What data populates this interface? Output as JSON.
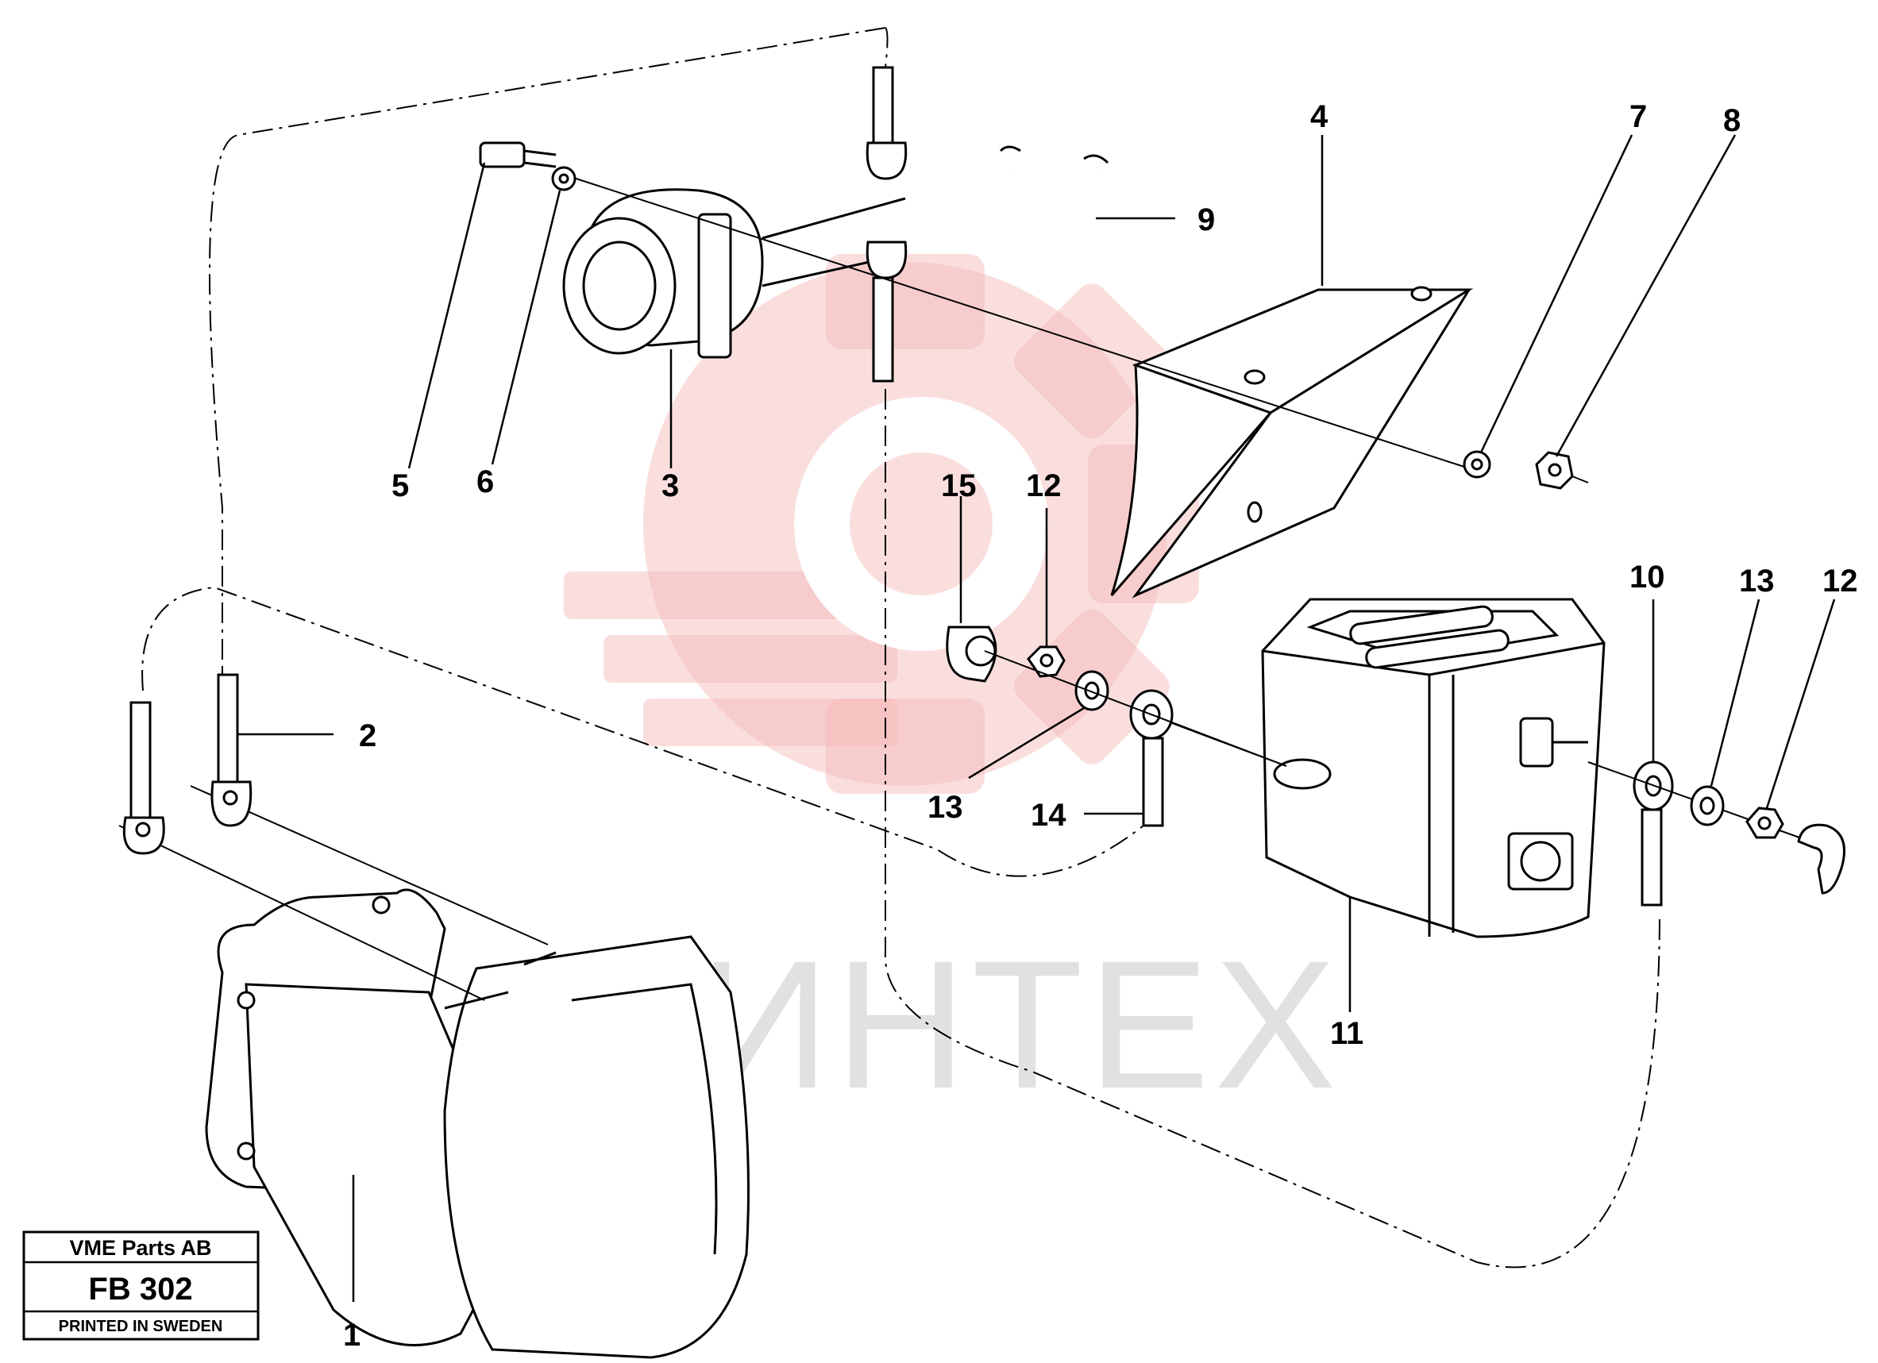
{
  "watermark": {
    "text": "ИНТЕХ",
    "color": "#f4b6b6"
  },
  "callouts": [
    {
      "id": "1",
      "label": "1"
    },
    {
      "id": "2",
      "label": "2"
    },
    {
      "id": "3",
      "label": "3"
    },
    {
      "id": "4",
      "label": "4"
    },
    {
      "id": "5",
      "label": "5"
    },
    {
      "id": "6",
      "label": "6"
    },
    {
      "id": "7",
      "label": "7"
    },
    {
      "id": "8",
      "label": "8"
    },
    {
      "id": "9",
      "label": "9"
    },
    {
      "id": "10",
      "label": "10"
    },
    {
      "id": "11",
      "label": "11"
    },
    {
      "id": "12a",
      "label": "12"
    },
    {
      "id": "12b",
      "label": "12"
    },
    {
      "id": "13a",
      "label": "13"
    },
    {
      "id": "13b",
      "label": "13"
    },
    {
      "id": "14",
      "label": "14"
    },
    {
      "id": "15",
      "label": "15"
    }
  ],
  "title_block": {
    "company": "VME Parts AB",
    "code": "FB 302",
    "footer": "PRINTED IN SWEDEN"
  }
}
